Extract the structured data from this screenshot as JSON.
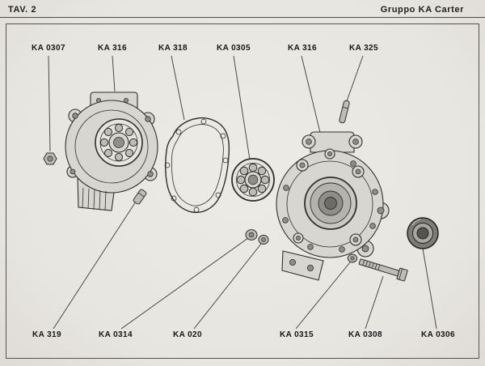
{
  "header": {
    "plate": "TAV. 2",
    "title": "Gruppo KA Carter"
  },
  "labels": {
    "top": [
      {
        "text": "KA 0307"
      },
      {
        "text": "KA 316"
      },
      {
        "text": "KA 318"
      },
      {
        "text": "KA 0305"
      },
      {
        "text": "KA 316"
      },
      {
        "text": "KA 325"
      }
    ],
    "bottom": [
      {
        "text": "KA 319"
      },
      {
        "text": "KA 0314"
      },
      {
        "text": "KA 020"
      },
      {
        "text": "KA 0315"
      },
      {
        "text": "KA 0308"
      },
      {
        "text": "KA 0306"
      }
    ]
  },
  "colors": {
    "paper": "#e9e7e1",
    "ink": "#2f2f2d"
  }
}
